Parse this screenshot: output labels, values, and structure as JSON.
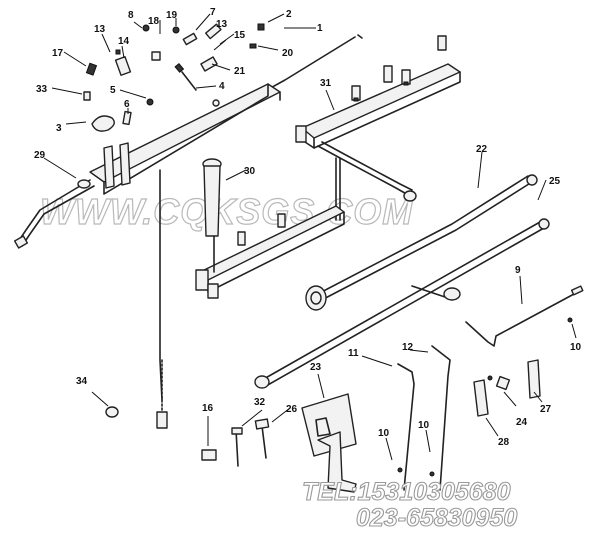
{
  "callouts": [
    {
      "id": "c1",
      "label": "1"
    },
    {
      "id": "c2",
      "label": "2"
    },
    {
      "id": "c3",
      "label": "3"
    },
    {
      "id": "c4",
      "label": "4"
    },
    {
      "id": "c5",
      "label": "5"
    },
    {
      "id": "c6",
      "label": "6"
    },
    {
      "id": "c7",
      "label": "7"
    },
    {
      "id": "c8",
      "label": "8"
    },
    {
      "id": "c9",
      "label": "9"
    },
    {
      "id": "c10a",
      "label": "10"
    },
    {
      "id": "c10b",
      "label": "10"
    },
    {
      "id": "c10c",
      "label": "10"
    },
    {
      "id": "c11",
      "label": "11"
    },
    {
      "id": "c12",
      "label": "12"
    },
    {
      "id": "c13a",
      "label": "13"
    },
    {
      "id": "c13b",
      "label": "13"
    },
    {
      "id": "c14",
      "label": "14"
    },
    {
      "id": "c15",
      "label": "15"
    },
    {
      "id": "c16",
      "label": "16"
    },
    {
      "id": "c17",
      "label": "17"
    },
    {
      "id": "c18",
      "label": "18"
    },
    {
      "id": "c19",
      "label": "19"
    },
    {
      "id": "c20",
      "label": "20"
    },
    {
      "id": "c21",
      "label": "21"
    },
    {
      "id": "c22",
      "label": "22"
    },
    {
      "id": "c23",
      "label": "23"
    },
    {
      "id": "c24",
      "label": "24"
    },
    {
      "id": "c25",
      "label": "25"
    },
    {
      "id": "c26",
      "label": "26"
    },
    {
      "id": "c27",
      "label": "27"
    },
    {
      "id": "c28",
      "label": "28"
    },
    {
      "id": "c29",
      "label": "29"
    },
    {
      "id": "c30",
      "label": "30"
    },
    {
      "id": "c31",
      "label": "31"
    },
    {
      "id": "c32",
      "label": "32"
    },
    {
      "id": "c33",
      "label": "33"
    },
    {
      "id": "c34",
      "label": "34"
    }
  ],
  "watermark": {
    "site": "WWW.CQKSGS.COM",
    "tel": "TEL:15310305680",
    "phone": "023-65830950"
  }
}
